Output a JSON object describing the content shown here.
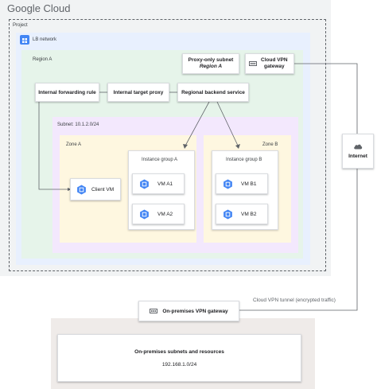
{
  "brand": "Google Cloud",
  "project": {
    "label": "Project"
  },
  "network": {
    "label": "LB network",
    "icon": "network-icon"
  },
  "region": {
    "label": "Region A"
  },
  "proxy_subnet": {
    "line1": "Proxy-only subnet",
    "line2": "Region A"
  },
  "cloud_vpn": {
    "line1": "Cloud VPN",
    "line2": "gateway",
    "icon": "vpn-gateway-icon"
  },
  "forwarding_rule": {
    "label": "Internal forwarding rule"
  },
  "target_proxy": {
    "label": "Internal target proxy"
  },
  "backend_service": {
    "label": "Regional backend service"
  },
  "subnet": {
    "label": "Subnet: 10.1.2.0/24"
  },
  "zone_a": {
    "label": "Zone A"
  },
  "zone_b": {
    "label": "Zone B"
  },
  "client_vm": {
    "label": "Client VM",
    "icon": "compute-engine-icon"
  },
  "group_a": {
    "label": "Instance group A",
    "vms": [
      "VM A1",
      "VM A2"
    ]
  },
  "group_b": {
    "label": "Instance group B",
    "vms": [
      "VM B1",
      "VM B2"
    ]
  },
  "internet": {
    "label": "Internet",
    "icon": "cloud-icon"
  },
  "tunnel": {
    "label": "Cloud VPN tunnel (encrypted traffic)"
  },
  "onprem_gateway": {
    "label": "On-premises VPN gateway",
    "icon": "vpn-gateway-icon"
  },
  "onprem": {
    "line1": "On-premises subnets and resources",
    "line2": "192.168.1.0/24"
  },
  "colors": {
    "brand_blue": "#4285f4",
    "project_bg": "#f1f3f4",
    "network_bg": "#e8f0fe",
    "region_bg": "#e6f4ea",
    "subnet_bg": "#f3e8fd",
    "zone_bg": "#fef7e0",
    "onprem_bg": "#efebe9"
  }
}
